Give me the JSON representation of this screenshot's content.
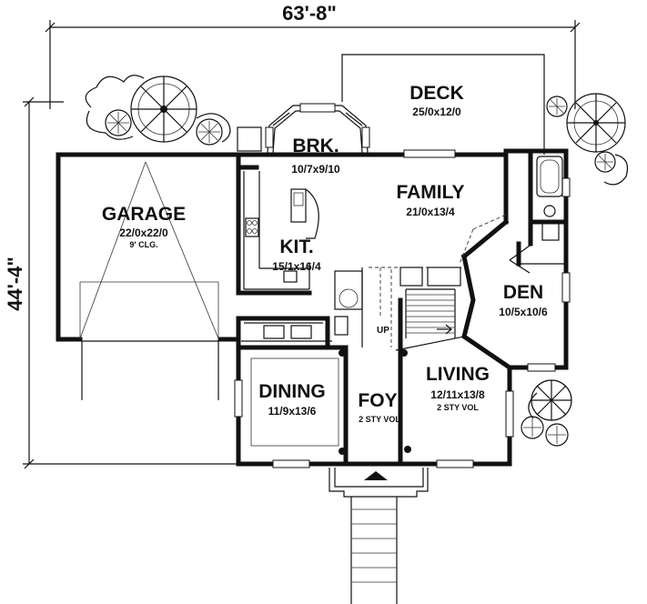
{
  "dimensions": {
    "overall_width": "63'-8\"",
    "overall_depth": "44'-4\""
  },
  "rooms": {
    "deck": {
      "name": "DECK",
      "size": "25/0x12/0"
    },
    "breakfast": {
      "name": "BRK.",
      "size": "10/7x9/10"
    },
    "family": {
      "name": "FAMILY",
      "size": "21/0x13/4"
    },
    "garage": {
      "name": "GARAGE",
      "size": "22/0x22/0",
      "note": "9' CLG."
    },
    "kitchen": {
      "name": "KIT.",
      "size": "15/1x16/4"
    },
    "den": {
      "name": "DEN",
      "size": "10/5x10/6"
    },
    "dining": {
      "name": "DINING",
      "size": "11/9x13/6"
    },
    "foyer": {
      "name": "FOY",
      "note": "2 STY VOL"
    },
    "living": {
      "name": "LIVING",
      "size": "12/11x13/8",
      "note": "2 STY VOL"
    }
  },
  "stairs": {
    "label": "UP"
  }
}
